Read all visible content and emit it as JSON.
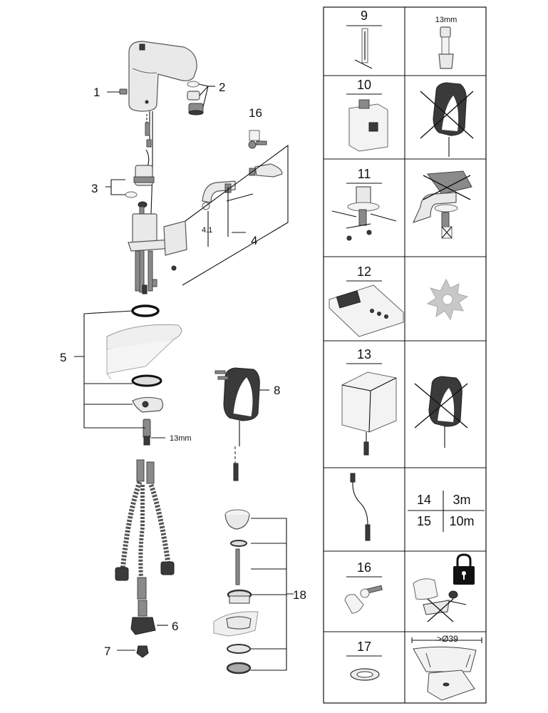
{
  "callouts": {
    "c1": "1",
    "c2": "2",
    "c3": "3",
    "c4": "4",
    "c4_1": "4.1",
    "c5": "5",
    "c6": "6",
    "c7": "7",
    "c8": "8",
    "c16": "16",
    "c18": "18",
    "wrench_size": "13mm"
  },
  "panel": {
    "r1": {
      "num": "9",
      "size": "13mm"
    },
    "r2": {
      "num": "10"
    },
    "r3": {
      "num": "11"
    },
    "r4": {
      "num": "12"
    },
    "r5": {
      "num": "13"
    },
    "r6": {
      "row_a_num": "14",
      "row_a_len": "3m",
      "row_b_num": "15",
      "row_b_len": "10m"
    },
    "r7": {
      "num": "16"
    },
    "r8": {
      "num": "17",
      "dim": ">Ø39"
    }
  },
  "icons": [
    "padlock-icon",
    "crossed-out-icon",
    "gear-icon"
  ]
}
